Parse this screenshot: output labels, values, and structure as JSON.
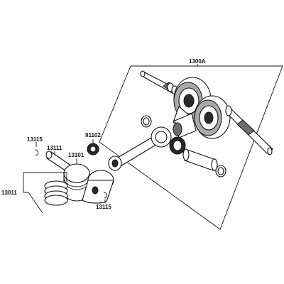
{
  "diagram": {
    "callouts": {
      "crankshaft_assembly": "1300A",
      "bearing": "91102",
      "clip_upper": "13115",
      "piston_pin": "13111",
      "piston": "13101",
      "ring_set": "13011",
      "clip_lower": "13115"
    }
  }
}
